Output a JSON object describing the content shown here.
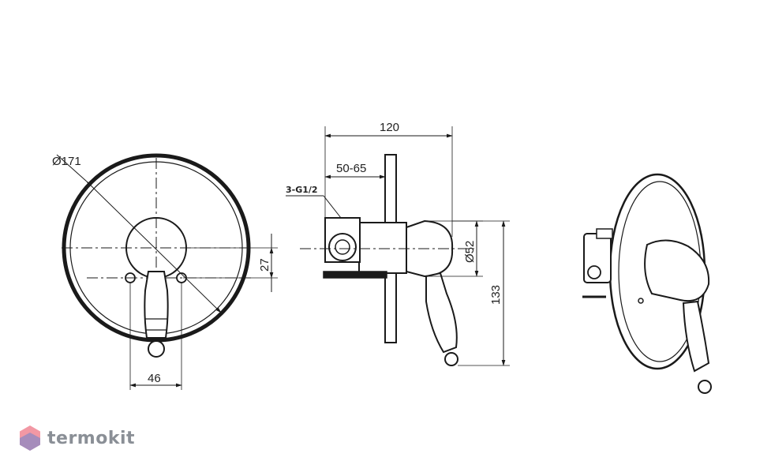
{
  "dimensions": {
    "front_diameter": "Ø171",
    "front_height": "27",
    "front_width": "46",
    "side_length": "120",
    "side_range": "50-65",
    "side_thread": "3-G1/2",
    "side_diameter": "Ø52",
    "side_height": "133"
  },
  "watermark": {
    "brand": "termokit"
  },
  "colors": {
    "line": "#1a1a1a",
    "watermark": "#8a8f96",
    "logo_red": "#e8435a",
    "logo_blue": "#4a7fd6"
  }
}
